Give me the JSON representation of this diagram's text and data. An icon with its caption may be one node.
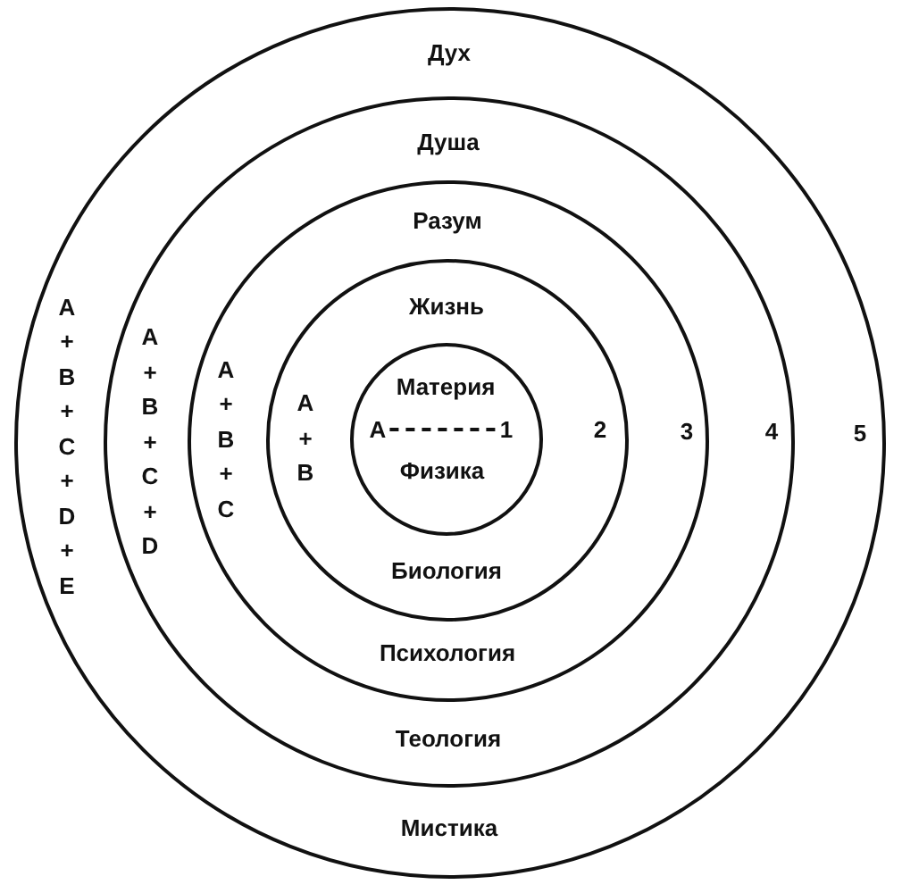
{
  "diagram": {
    "nodes": [
      {
        "text": [
          "Дух",
          "A + B + C + D + E",
          "5",
          "Мистика"
        ]
      },
      {
        "text": [
          "Душа",
          "A + B + C + D",
          "4",
          "Теология"
        ],
        "in": 0
      },
      {
        "text": [
          "Разум",
          "A + B + C",
          "3",
          "Психология"
        ],
        "in": 1
      },
      {
        "text": [
          "Жизнь",
          "A + B",
          "2",
          "Биология"
        ],
        "in": 2
      },
      {
        "text": [
          "Материя",
          "Физика"
        ],
        "in": 3
      },
      {
        "text": [
          "A"
        ],
        "in": 4
      },
      {
        "text": [
          "1"
        ],
        "in": 4
      }
    ],
    "edges": [
      {
        "from": 5,
        "to": 6,
        "arrow": "none",
        "style": "dashed"
      }
    ]
  }
}
